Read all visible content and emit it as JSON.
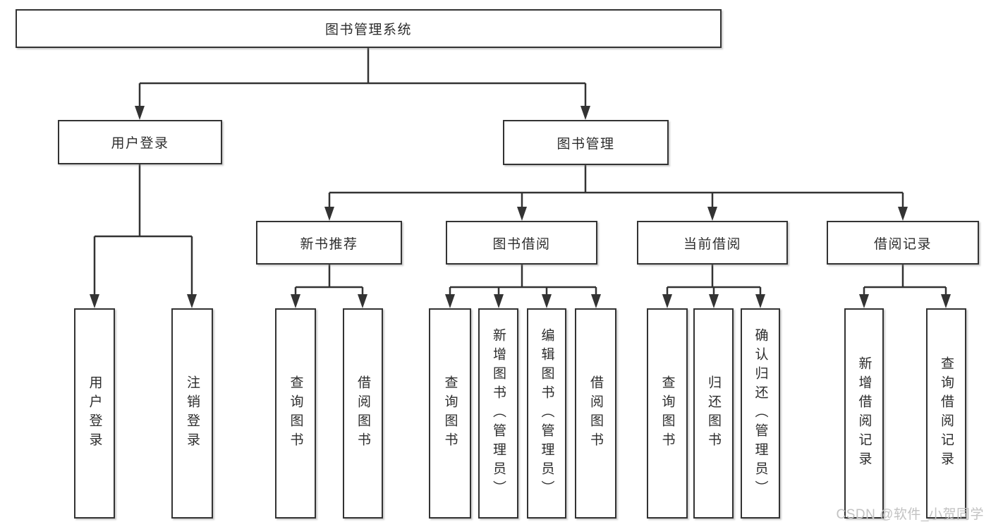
{
  "tree": {
    "root": {
      "label": "图书管理系统",
      "children": [
        {
          "label": "用户登录",
          "children": [
            {
              "label": "用户登录"
            },
            {
              "label": "注销登录"
            }
          ]
        },
        {
          "label": "图书管理",
          "children": [
            {
              "label": "新书推荐",
              "children": [
                {
                  "label": "查询图书"
                },
                {
                  "label": "借阅图书"
                }
              ]
            },
            {
              "label": "图书借阅",
              "children": [
                {
                  "label": "查询图书"
                },
                {
                  "label": "新增图书（管理员）"
                },
                {
                  "label": "编辑图书（管理员）"
                },
                {
                  "label": "借阅图书"
                }
              ]
            },
            {
              "label": "当前借阅",
              "children": [
                {
                  "label": "查询图书"
                },
                {
                  "label": "归还图书"
                },
                {
                  "label": "确认归还（管理员）"
                }
              ]
            },
            {
              "label": "借阅记录",
              "children": [
                {
                  "label": "新增借阅记录"
                },
                {
                  "label": "查询借阅记录"
                }
              ]
            }
          ]
        }
      ]
    }
  },
  "watermark": {
    "text": "CSDN @软件_小贺同学"
  },
  "colors": {
    "line": "#333333",
    "box_border": "#333333",
    "text": "#2d2d2d",
    "watermark_text": "#c2c2c2",
    "background": "#ffffff"
  }
}
